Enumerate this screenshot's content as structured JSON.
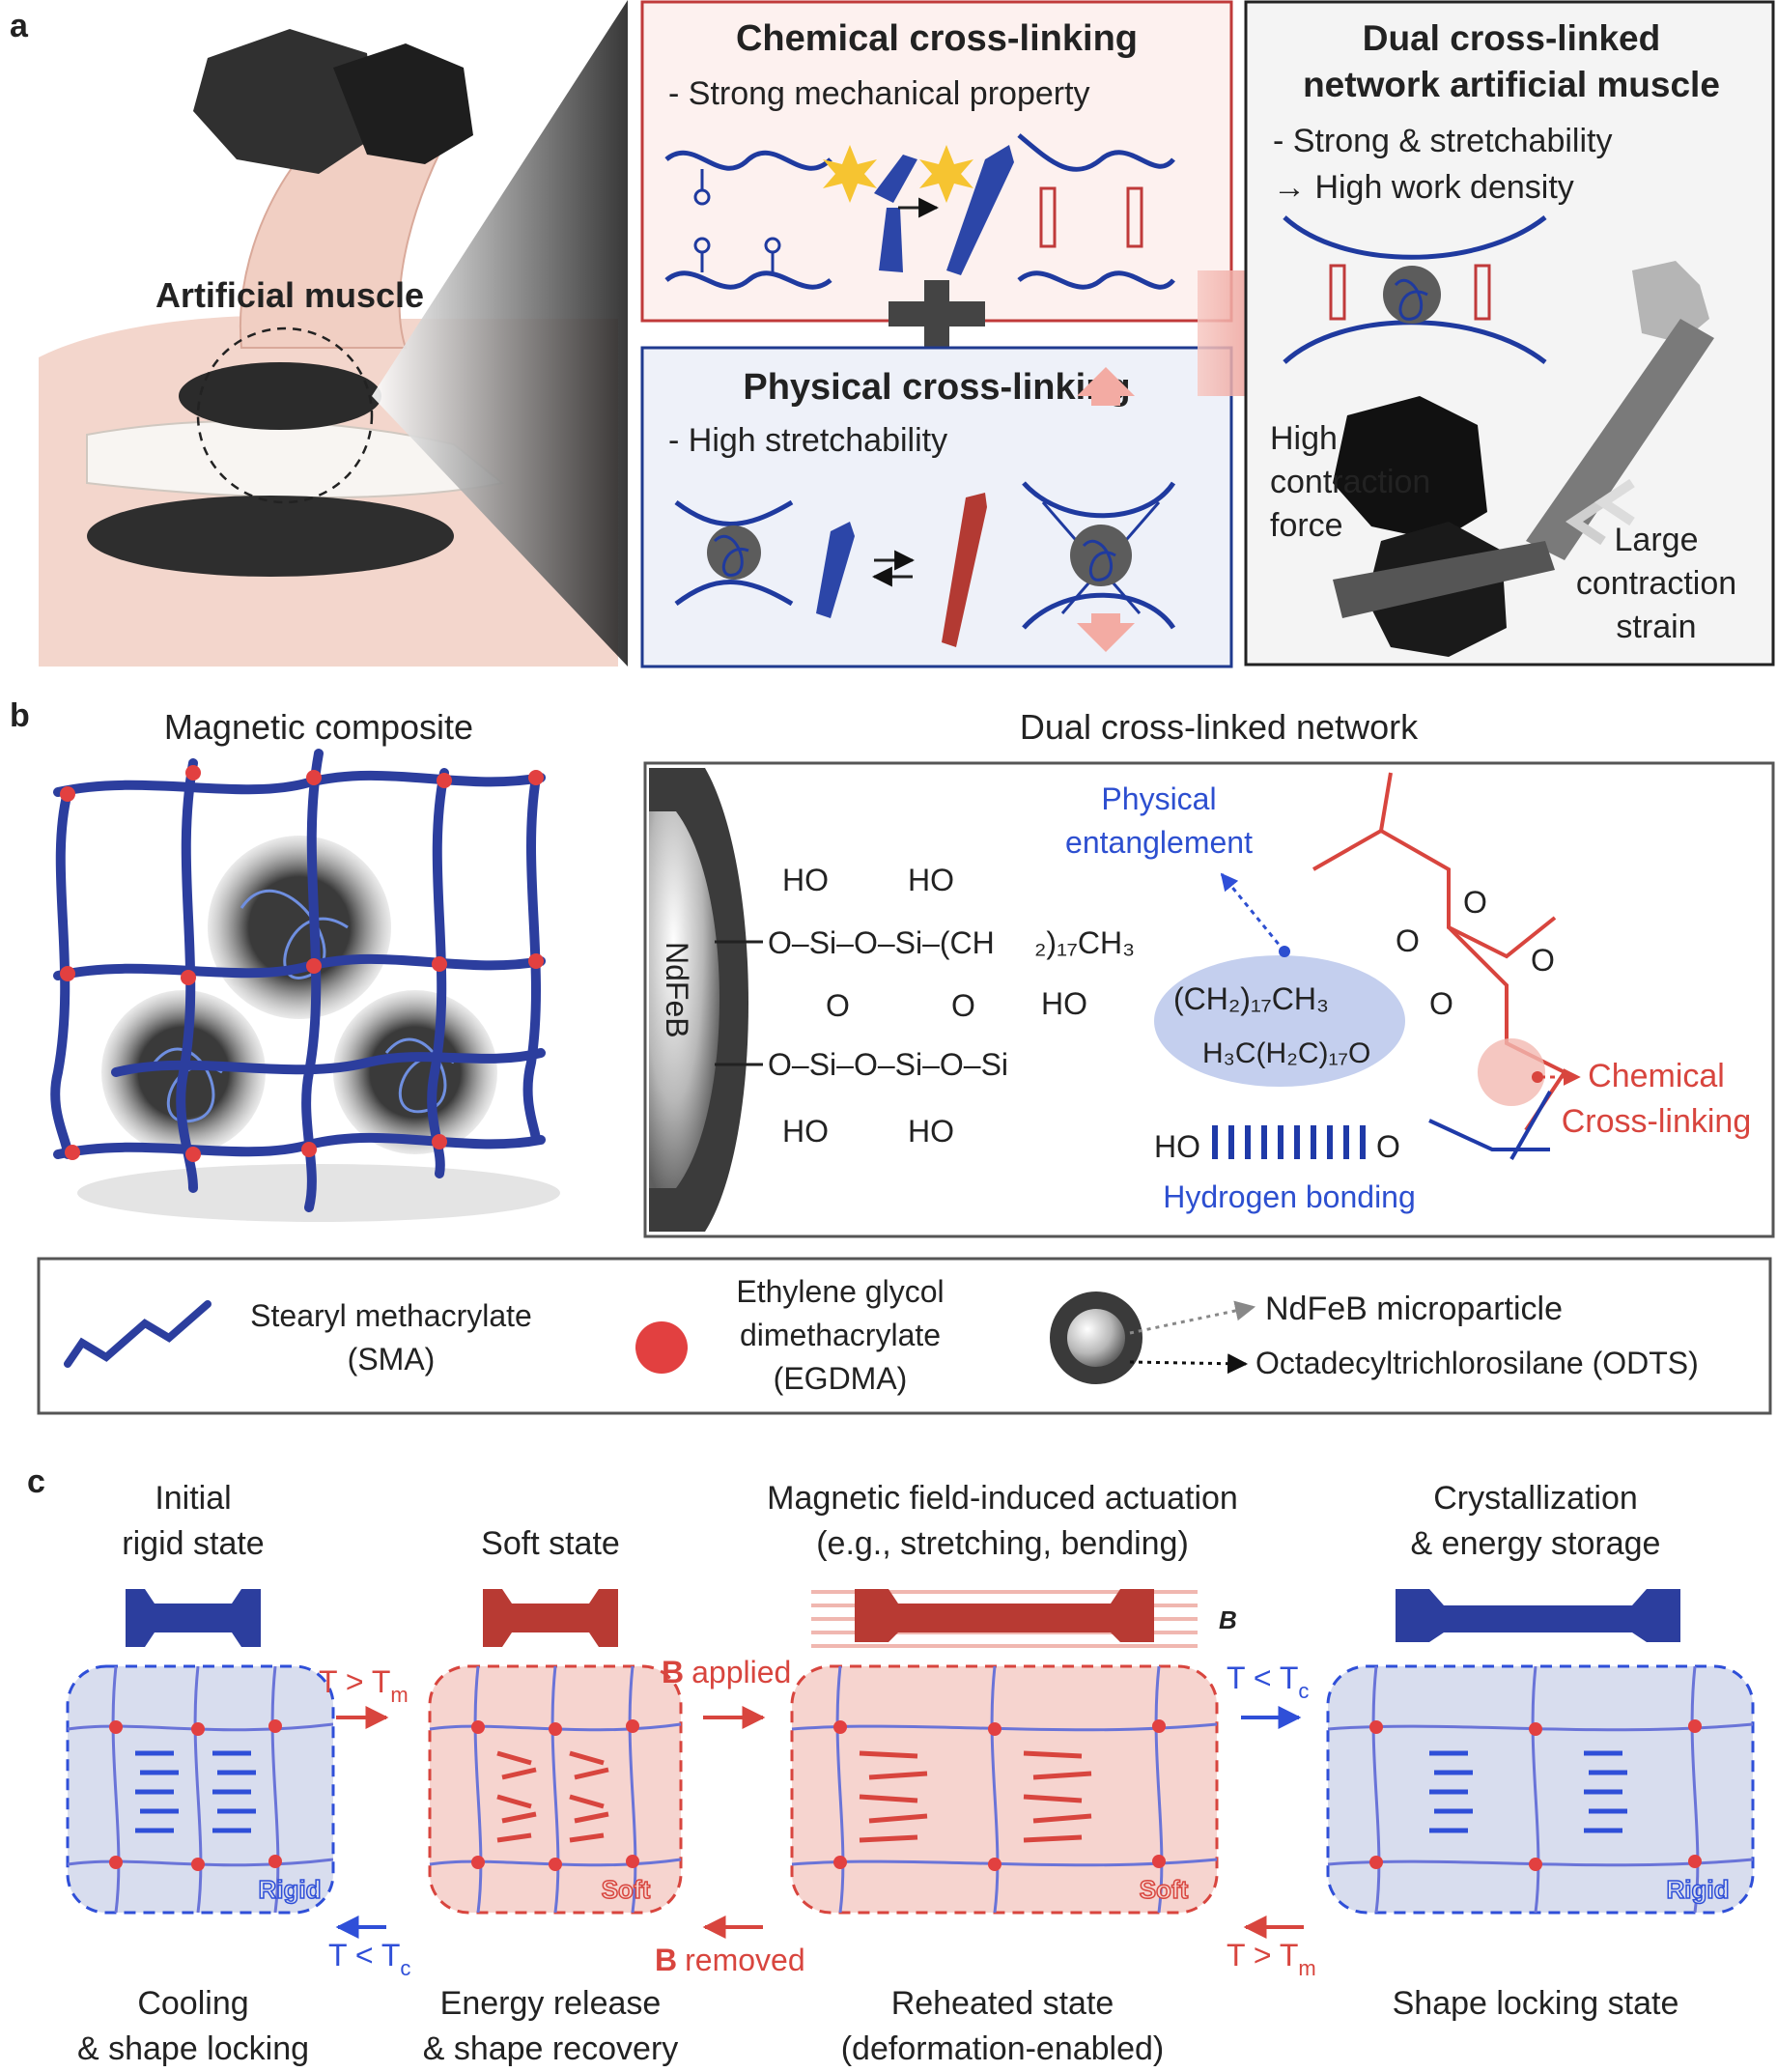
{
  "panel_a": {
    "label": "a",
    "muscle_label": "Artificial muscle",
    "chem_title": "Chemical cross-linking",
    "chem_sub": "- Strong mechanical property",
    "phys_title": "Physical cross-linking",
    "phys_sub": "- High stretchability",
    "dual_title_1": "Dual cross-linked",
    "dual_title_2": "network artificial muscle",
    "dual_sub_1": "- Strong & stretchability",
    "dual_sub_2": "→ High work density",
    "force_1": "High",
    "force_2": "contraction",
    "force_3": "force",
    "strain_1": "Large",
    "strain_2": "contraction",
    "strain_3": "strain",
    "colors": {
      "chem_border": "#c03a3a",
      "phys_border": "#1f3a8f",
      "chem_bg": "#fdf1ef",
      "phys_bg": "#eef1f9"
    }
  },
  "panel_b": {
    "label": "b",
    "composite_title": "Magnetic composite",
    "network_title": "Dual cross-linked network",
    "ndfeb": "NdFeB",
    "physical_1": "Physical",
    "physical_2": "entanglement",
    "chemical_1": "Chemical",
    "chemical_2": "Cross-linking",
    "hydrogen": "Hydrogen bonding",
    "legend": {
      "sma_1": "Stearyl methacrylate",
      "sma_2": "(SMA)",
      "eg_1": "Ethylene glycol",
      "eg_2": "dimethacrylate",
      "eg_3": "(EGDMA)",
      "ndfeb_particle": "NdFeB microparticle",
      "odts": "Octadecyltrichlorosilane (ODTS)"
    }
  },
  "panel_c": {
    "label": "c",
    "top_1": [
      "Initial",
      "rigid state"
    ],
    "top_2": [
      "Soft state"
    ],
    "top_3": [
      "Magnetic field-induced actuation",
      "(e.g., stretching, bending)"
    ],
    "top_4": [
      "Crystallization",
      "& energy storage"
    ],
    "bottom_1": [
      "Cooling",
      "& shape locking"
    ],
    "bottom_2": [
      "Energy release",
      "& shape recovery"
    ],
    "bottom_3": [
      "Reheated state",
      "(deformation-enabled)"
    ],
    "bottom_4": [
      "Shape locking state"
    ],
    "arrow_t_gt_tm": "T > T",
    "arrow_t_lt_tc": "T < T",
    "sub_m": "m",
    "sub_c": "c",
    "b_applied": "applied",
    "b_removed": "removed",
    "b_symbol": "B",
    "rigid": "Rigid",
    "soft": "Soft"
  }
}
